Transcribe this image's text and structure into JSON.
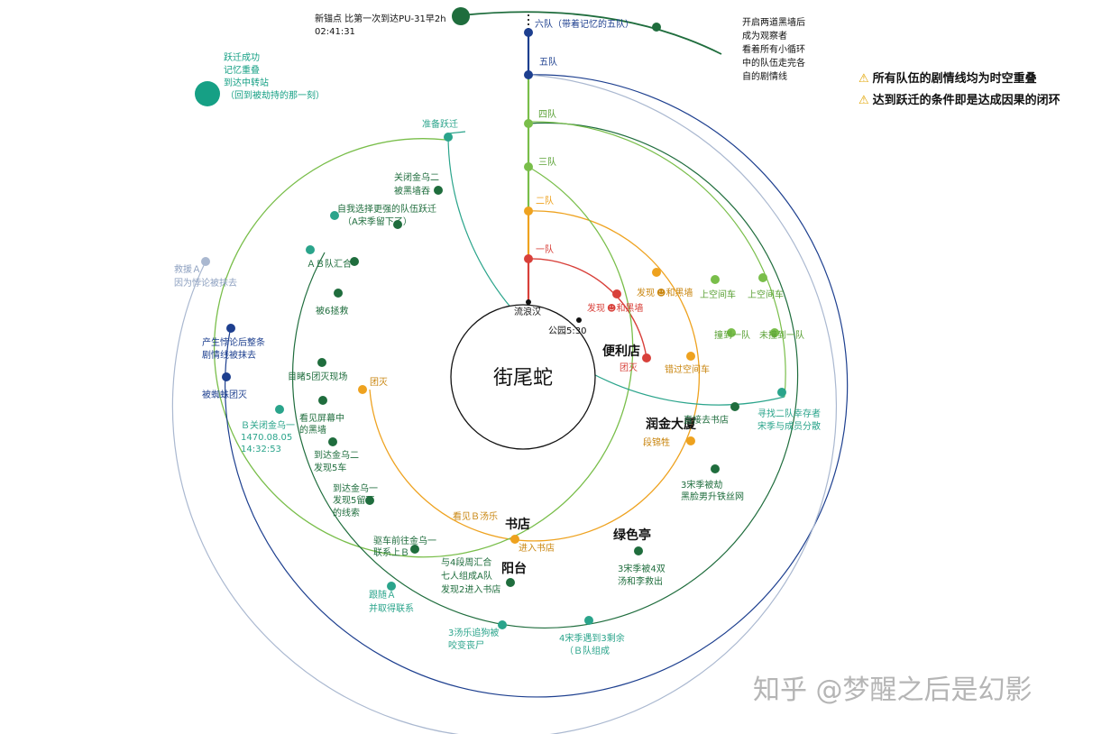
{
  "center": {
    "title": "街尾蛇",
    "start_label": "流浪汉",
    "time_label": "公园5:30"
  },
  "places": {
    "convenience": "便利店",
    "runjin": "润金大厦",
    "bookstore": "书店",
    "greenpavilion": "绿色亭",
    "balcony": "阳台"
  },
  "teams": {
    "t1": "一队",
    "t2": "二队",
    "t3": "三队",
    "t4": "四队",
    "t5": "五队",
    "t6": "六队（带着记忆的五队）"
  },
  "top": {
    "new_anchor": "新锚点 比第一次到达PU-31早2h",
    "new_anchor_time": "02:41:31",
    "observer": [
      "开启两道黑墙后",
      "成为观察者",
      "看着所有小循环",
      "中的队伍走完各",
      "自的剧情线"
    ],
    "jump_success": [
      "跃迁成功",
      "记忆重叠",
      "到达中转站",
      "（回到被劫持的那一刻）"
    ]
  },
  "notes": [
    "所有队伍的剧情线均为时空重叠",
    "达到跃迁的条件即是达成因果的闭环"
  ],
  "events": {
    "r1_discover": "发现",
    "r1_discover2": "和黑墙",
    "r1_wipe": "团灭",
    "r2_discover": "发现",
    "r2_discover2": "和黑墙",
    "r2_miss": "错过空间车",
    "r2_segment": "段锦牲",
    "r2_enter_bookstore": "进入书店",
    "r2_see_b": "看见Ｂ汤乐",
    "r2_wipe": "团灭",
    "r3_board": "上空间车",
    "r3_meet": "撞到一队",
    "r3_direct": "直接去书店",
    "r3_song": [
      "3宋季被劫",
      "黑脸男升铁丝网"
    ],
    "r3_balcony_rescue": [
      "3宋季被4双",
      "汤和李救出"
    ],
    "r3_join": [
      "与4段周汇合",
      "七人组成A队",
      "发现2进入书店"
    ],
    "r3_drive": [
      "驱车前往金乌一",
      "联系上Ｂ"
    ],
    "r3_arrive1": [
      "到达金乌一",
      "发现5留下",
      "的线索"
    ],
    "r3_arrive2": [
      "到达金乌二",
      "发现5车"
    ],
    "r3_see_screen": [
      "看见屏幕中",
      "的黑墙"
    ],
    "r3_witness": "目睹5团灭现场",
    "r3_saved": "被6拯救",
    "r3_ab": "ＡＢ队汇合",
    "r3_choose": [
      "自我选择更强的队伍跃迁",
      "（A宋季留下了）"
    ],
    "r3_close": [
      "关闭金乌二",
      "被黑墙吞"
    ],
    "r4_board": "上空间车",
    "r4_notmeet": "未撞到一队",
    "r4_search": [
      "寻找二队幸存者",
      "宋季与成员分散"
    ],
    "r4_met": [
      "4宋季遇到3剩余",
      "（Ｂ队组成"
    ],
    "r4_dog": [
      "3汤乐追狗被",
      "咬变丧尸"
    ],
    "r4_follow": [
      "跟随Ａ",
      "并取得联系"
    ],
    "r4_close_b": [
      "Ｂ关闭金乌一",
      "1470.08.05",
      "14:32:53"
    ],
    "r4_ready": "准备跃迁",
    "r5_eaten": "被蜘蛛团灭",
    "r5_paradox": [
      "产生悖论后整条",
      "剧情线被抹去"
    ],
    "r5_rescue_a": [
      "救援Ａ",
      "因为悖论被抹去"
    ]
  },
  "watermark": "知乎 @梦醒之后是幻影",
  "colors": {
    "red": "#d8403a",
    "orange": "#eea21f",
    "lightgreen": "#79be4a",
    "darkgreen": "#1f6d3d",
    "teal": "#2aa48b",
    "navy": "#1d3f8f",
    "gray": "#aab8d0"
  }
}
